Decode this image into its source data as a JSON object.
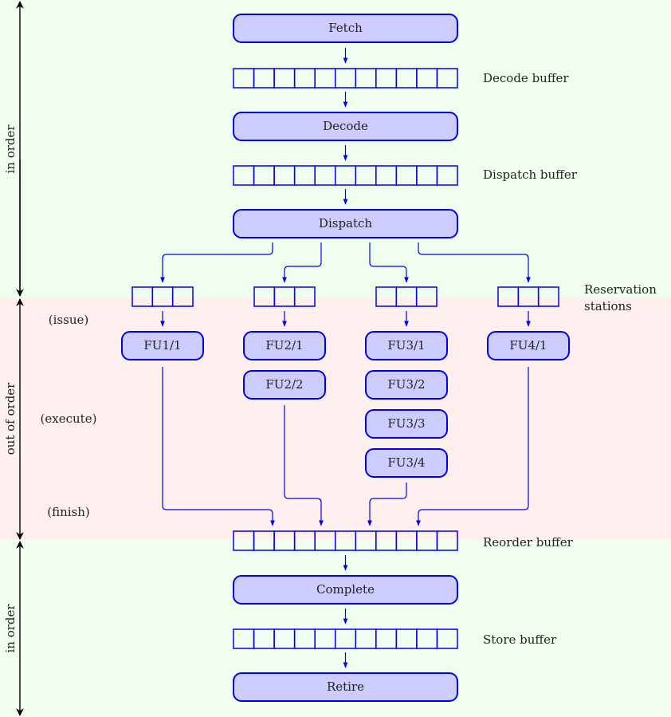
{
  "colors": {
    "in_order_bg": "#f0fff0",
    "out_of_order_bg": "#fff0f0",
    "stage_fill": "#ccccff",
    "stroke": "#0000ee"
  },
  "regions": {
    "top": "in order",
    "middle": "out of order",
    "bottom": "in order"
  },
  "phases": {
    "issue": "(issue)",
    "execute": "(execute)",
    "finish": "(finish)"
  },
  "stages": {
    "fetch": "Fetch",
    "decode": "Decode",
    "dispatch": "Dispatch",
    "complete": "Complete",
    "retire": "Retire"
  },
  "buffers": {
    "decode": {
      "label": "Decode buffer",
      "cells": 11
    },
    "dispatch": {
      "label": "Dispatch buffer",
      "cells": 11
    },
    "reorder": {
      "label": "Reorder buffer",
      "cells": 11
    },
    "store": {
      "label": "Store buffer",
      "cells": 11
    }
  },
  "reservation_stations": {
    "label_line1": "Reservation",
    "label_line2": "stations",
    "cells": 3
  },
  "functional_units": [
    [
      "FU1/1"
    ],
    [
      "FU2/1",
      "FU2/2"
    ],
    [
      "FU3/1",
      "FU3/2",
      "FU3/3",
      "FU3/4"
    ],
    [
      "FU4/1"
    ]
  ]
}
